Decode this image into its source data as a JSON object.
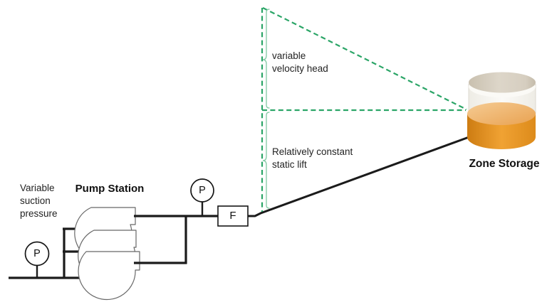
{
  "labels": {
    "suction_pressure": "Variable\nsuction\npressure",
    "pump_station_title": "Pump Station",
    "velocity_head": "variable\nvelocity head",
    "static_lift": "Relatively constant\nstatic lift",
    "zone_storage": "Zone Storage"
  },
  "instruments": {
    "suction_pressure_gauge": "P",
    "discharge_pressure_gauge": "P",
    "flow_meter": "F"
  },
  "colors": {
    "annotation_dash_green": "#2ba567",
    "brace_light_green": "#7fc9a2",
    "pipe_black": "#1b1b1b",
    "pump_outline_gray": "#686868",
    "tank_liquid_orange": "#ee9d2b",
    "tank_liquid_surface_light": "#f2bf82",
    "tank_lid_beige": "#d6cec0",
    "label_text": "#232323"
  }
}
